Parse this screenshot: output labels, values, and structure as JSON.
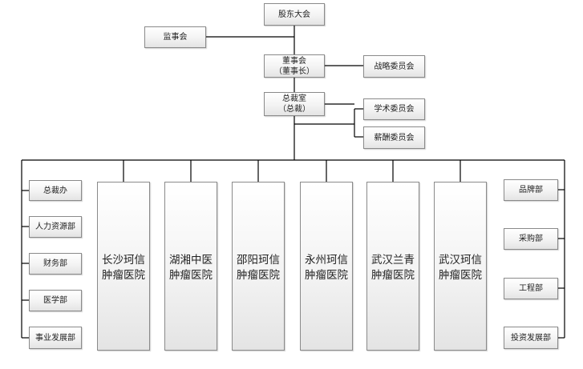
{
  "top": {
    "shareholders": "股东大会",
    "supervisors": "监事会",
    "board": {
      "line1": "董事会",
      "line2": "（董事长）"
    },
    "strategy": "战略委员会",
    "president": {
      "line1": "总裁室",
      "line2": "（总裁）"
    },
    "academic": "学术委员会",
    "compensation": "薪酬委员会"
  },
  "left_departments": [
    "总裁办",
    "人力资源部",
    "财务部",
    "医学部",
    "事业发展部"
  ],
  "right_departments": [
    "品牌部",
    "采购部",
    "工程部",
    "投资发展部"
  ],
  "hospitals": [
    {
      "line1": "长沙珂信",
      "line2": "肿瘤医院"
    },
    {
      "line1": "湖湘中医",
      "line2": "肿瘤医院"
    },
    {
      "line1": "邵阳珂信",
      "line2": "肿瘤医院"
    },
    {
      "line1": "永州珂信",
      "line2": "肿瘤医院"
    },
    {
      "line1": "武汉兰青",
      "line2": "肿瘤医院"
    },
    {
      "line1": "武汉珂信",
      "line2": "肿瘤医院"
    }
  ],
  "colors": {
    "connector": "#000000",
    "box_border": "#8a8a8a",
    "text": "#222222"
  }
}
